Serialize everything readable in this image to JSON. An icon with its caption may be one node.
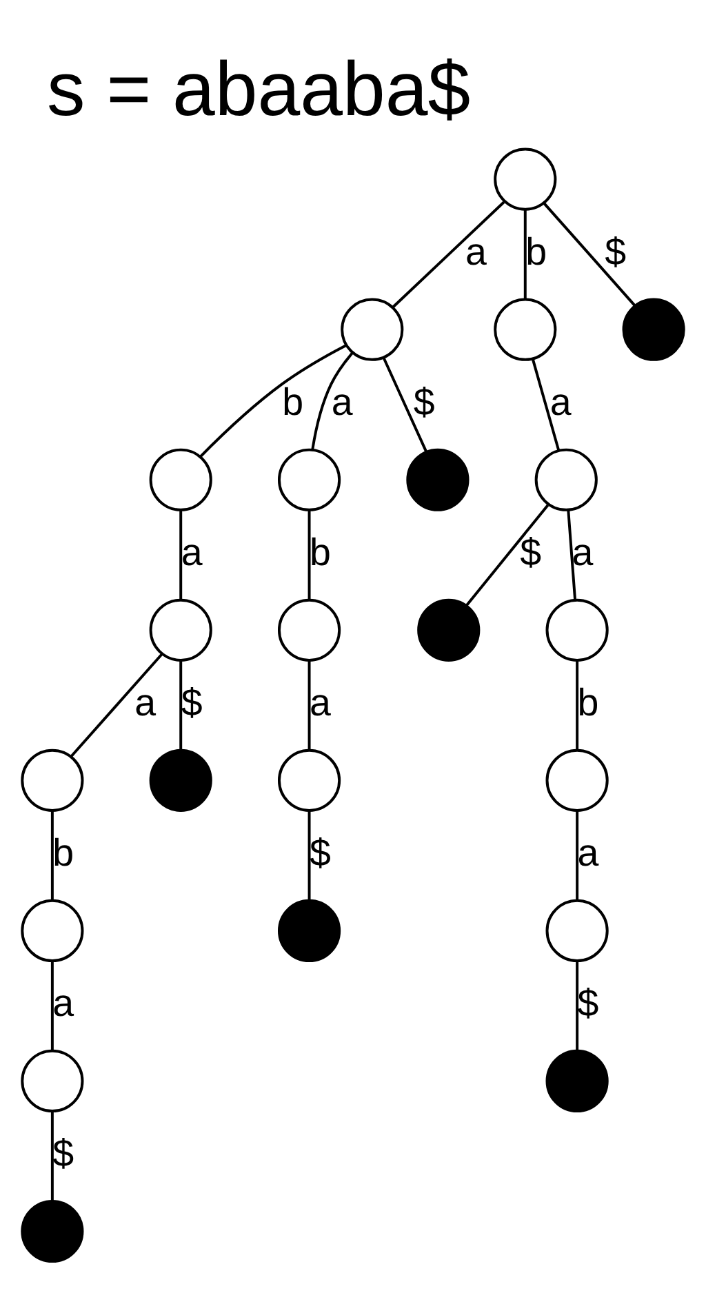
{
  "diagram": {
    "title": "s = abaaba$",
    "nodes": [
      {
        "text": [],
        "shape": "circle"
      },
      {
        "text": [],
        "shape": "circle"
      },
      {
        "text": [],
        "shape": "circle"
      },
      {
        "text": [],
        "shape": "circle"
      },
      {
        "text": [],
        "shape": "circle"
      },
      {
        "text": [],
        "shape": "circle"
      },
      {
        "text": [],
        "shape": "circle"
      },
      {
        "text": [],
        "shape": "dot"
      },
      {
        "text": [],
        "shape": "dot"
      },
      {
        "text": [],
        "shape": "circle"
      },
      {
        "text": [],
        "shape": "circle"
      },
      {
        "text": [],
        "shape": "circle"
      },
      {
        "text": [],
        "shape": "dot"
      },
      {
        "text": [],
        "shape": "dot"
      },
      {
        "text": [],
        "shape": "circle"
      },
      {
        "text": [],
        "shape": "circle"
      },
      {
        "text": [],
        "shape": "dot"
      },
      {
        "text": [],
        "shape": "circle"
      },
      {
        "text": [],
        "shape": "circle"
      },
      {
        "text": [],
        "shape": "circle"
      },
      {
        "text": [],
        "shape": "dot"
      },
      {
        "text": [],
        "shape": "dot"
      }
    ],
    "edges": [
      {
        "from": 0,
        "to": 1,
        "arrow": "none",
        "label": "a"
      },
      {
        "from": 1,
        "to": 2,
        "arrow": "none",
        "label": "b"
      },
      {
        "from": 2,
        "to": 3,
        "arrow": "none",
        "label": "a"
      },
      {
        "from": 3,
        "to": 4,
        "arrow": "none",
        "label": "a"
      },
      {
        "from": 4,
        "to": 5,
        "arrow": "none",
        "label": "b"
      },
      {
        "from": 5,
        "to": 6,
        "arrow": "none",
        "label": "a"
      },
      {
        "from": 6,
        "to": 7,
        "arrow": "none",
        "label": "$"
      },
      {
        "from": 3,
        "to": 8,
        "arrow": "none",
        "label": "$"
      },
      {
        "from": 1,
        "to": 9,
        "arrow": "none",
        "label": "a"
      },
      {
        "from": 9,
        "to": 10,
        "arrow": "none",
        "label": "b"
      },
      {
        "from": 10,
        "to": 11,
        "arrow": "none",
        "label": "a"
      },
      {
        "from": 11,
        "to": 12,
        "arrow": "none",
        "label": "$"
      },
      {
        "from": 1,
        "to": 13,
        "arrow": "none",
        "label": "$"
      },
      {
        "from": 0,
        "to": 14,
        "arrow": "none",
        "label": "b"
      },
      {
        "from": 14,
        "to": 15,
        "arrow": "none",
        "label": "a"
      },
      {
        "from": 15,
        "to": 16,
        "arrow": "none",
        "label": "$"
      },
      {
        "from": 15,
        "to": 17,
        "arrow": "none",
        "label": "a"
      },
      {
        "from": 17,
        "to": 18,
        "arrow": "none",
        "label": "b"
      },
      {
        "from": 18,
        "to": 19,
        "arrow": "none",
        "label": "a"
      },
      {
        "from": 19,
        "to": 20,
        "arrow": "none",
        "label": "$"
      },
      {
        "from": 0,
        "to": 21,
        "arrow": "none",
        "label": "$"
      }
    ]
  }
}
